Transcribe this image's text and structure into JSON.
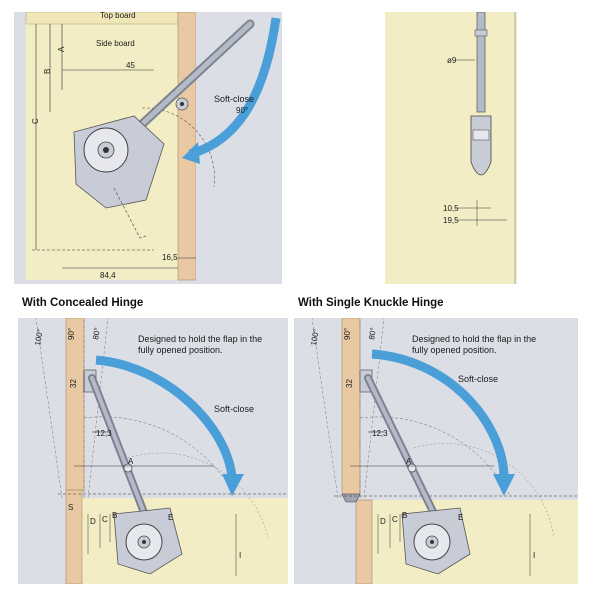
{
  "top_left": {
    "top_board": "Top board",
    "side_board": "Side board",
    "dim_a": "A",
    "dim_b": "B",
    "dim_c": "C",
    "dim_45": "45",
    "dim_84_4": "84,4",
    "dim_16_5": "16,5",
    "soft_close": "Soft-close",
    "angle_90": "90°"
  },
  "top_right": {
    "dia_9": "ø9",
    "dim_10_5": "10,5",
    "dim_19_5": "19,5"
  },
  "bottom_left": {
    "title": "With Concealed Hinge",
    "note_line1": "Designed to hold the flap in the",
    "note_line2": "fully opened position.",
    "soft_close": "Soft-close",
    "ang_100": "100°",
    "ang_90": "90°",
    "ang_80": "80°",
    "dim_32": "32",
    "dim_12_3": "12,3",
    "dim_a": "A",
    "dim_s": "S",
    "dim_d": "D",
    "dim_c": "C",
    "dim_b": "B",
    "dim_e": "E",
    "dim_i": "I"
  },
  "bottom_right": {
    "title": "With Single Knuckle Hinge",
    "note_line1": "Designed to hold the flap in the",
    "note_line2": "fully opened position.",
    "soft_close": "Soft-close",
    "ang_100": "100°",
    "ang_90": "90°",
    "ang_80": "80°",
    "dim_32": "32",
    "dim_12_3": "12,3",
    "dim_a": "A",
    "dim_d": "D",
    "dim_c": "C",
    "dim_b": "B",
    "dim_e": "E",
    "dim_i": "I"
  },
  "colors": {
    "panel_bg": "#dcdee6",
    "wood": "#e8c9a3",
    "cabinet": "#f2edc4",
    "arrow_blue": "#4a9fd8",
    "mechanism": "#9ea4b2"
  }
}
